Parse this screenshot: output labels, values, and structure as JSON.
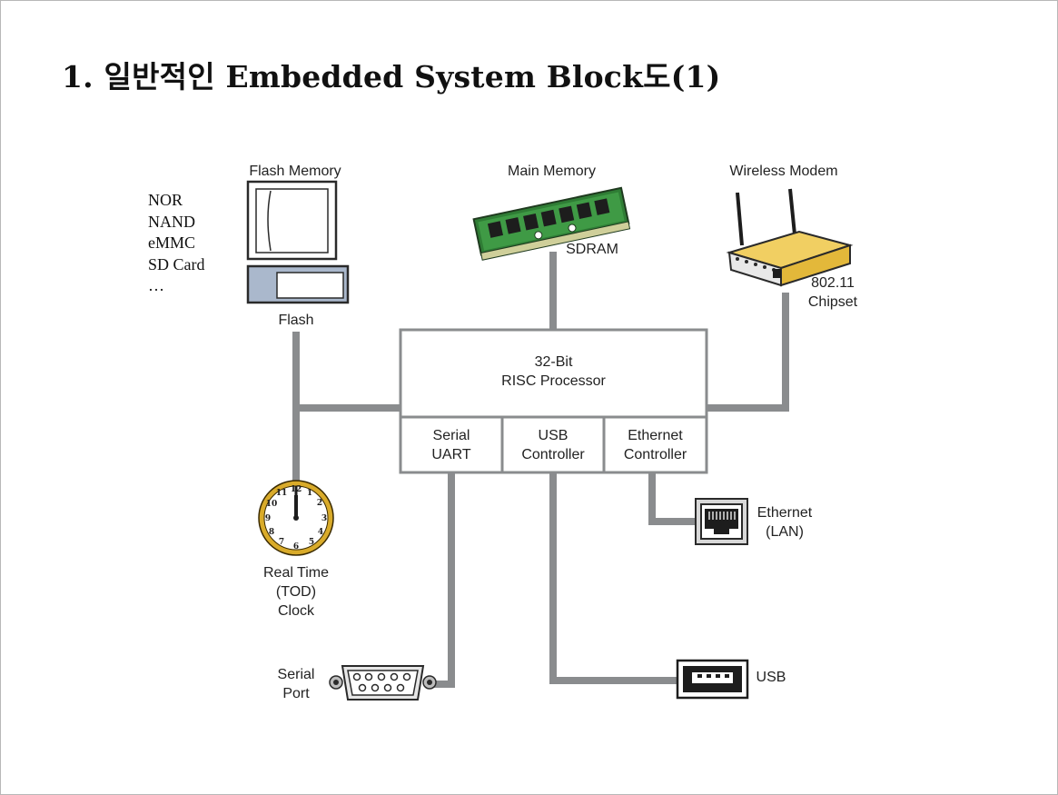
{
  "title": "1. 일반적인 Embedded System Block도(1)",
  "storage_types": [
    "NOR",
    "NAND",
    "eMMC",
    "SD Card",
    "…"
  ],
  "labels": {
    "flash_memory": "Flash Memory",
    "flash": "Flash",
    "main_memory": "Main Memory",
    "sdram": "SDRAM",
    "wireless_modem": "Wireless Modem",
    "chipset_line1": "802.11",
    "chipset_line2": "Chipset",
    "processor_line1": "32-Bit",
    "processor_line2": "RISC Processor",
    "uart_line1": "Serial",
    "uart_line2": "UART",
    "usb_ctrl_line1": "USB",
    "usb_ctrl_line2": "Controller",
    "eth_ctrl_line1": "Ethernet",
    "eth_ctrl_line2": "Controller",
    "ethernet_line1": "Ethernet",
    "ethernet_line2": "(LAN)",
    "clock_line1": "Real Time",
    "clock_line2": "(TOD)",
    "clock_line3": "Clock",
    "serial_port_line1": "Serial",
    "serial_port_line2": "Port",
    "usb": "USB"
  },
  "clock_numerals": [
    "12",
    "1",
    "2",
    "3",
    "4",
    "5",
    "6",
    "7",
    "8",
    "9",
    "10",
    "11"
  ],
  "colors": {
    "connector_gray": "#8a8c8e",
    "clock_rim": "#d9ab2a",
    "router_yellow": "#e3b83a",
    "ram_green": "#3f9a45",
    "flash_card_blue": "#aab8cc"
  },
  "icons": [
    "flash-card-icon",
    "ram-module-icon",
    "wireless-router-icon",
    "clock-icon",
    "rj45-port-icon",
    "db9-serial-port-icon",
    "usb-port-icon"
  ]
}
